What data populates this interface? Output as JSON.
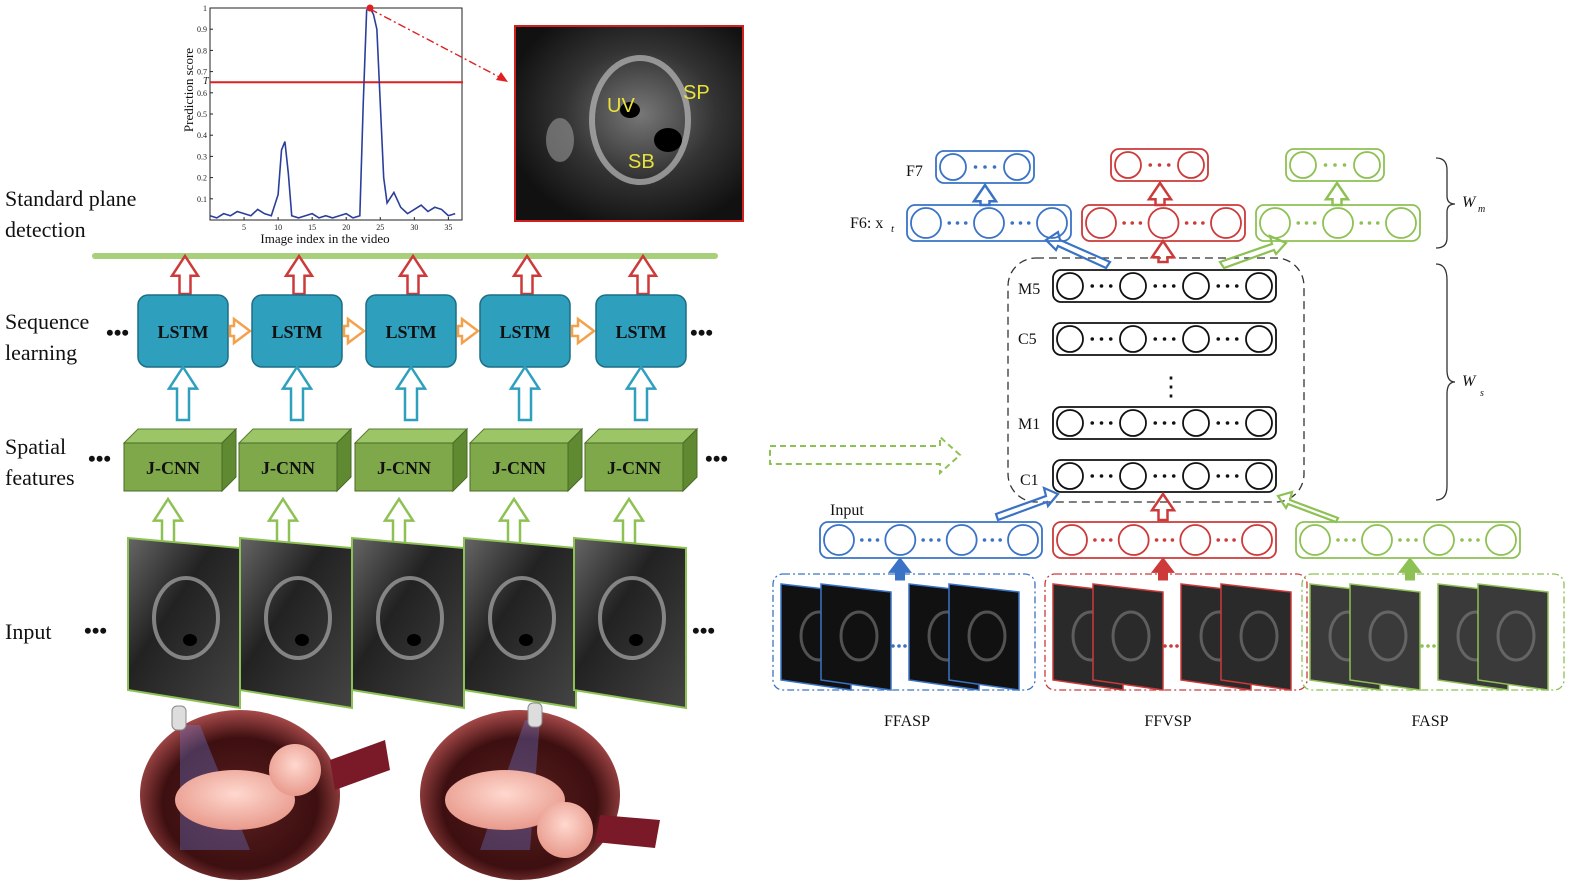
{
  "left": {
    "row_labels": {
      "detection_line1": "Standard plane",
      "detection_line2": "detection",
      "sequence_line1": "Sequence",
      "sequence_line2": "learning",
      "spatial_line1": "Spatial",
      "spatial_line2": "features",
      "input": "Input"
    },
    "lstm_label": "LSTM",
    "jcnn_label": "J-CNN",
    "ellipsis": "•••"
  },
  "inset": {
    "labels": [
      "UV",
      "SP",
      "SB"
    ]
  },
  "chart_data": {
    "type": "line",
    "xlabel": "Image index in the video",
    "ylabel": "Prediction score",
    "xlim": [
      0,
      37
    ],
    "ylim": [
      0,
      1
    ],
    "xticks": [
      5,
      10,
      15,
      20,
      25,
      30,
      35
    ],
    "yticks": [
      0.1,
      0.2,
      0.3,
      0.4,
      0.5,
      0.6,
      0.7,
      0.8,
      0.9,
      1
    ],
    "threshold": {
      "value": 0.65,
      "label": "T"
    },
    "x": [
      0,
      1,
      2,
      3,
      4,
      5,
      6,
      7,
      8,
      9,
      10,
      10.5,
      11,
      11.5,
      12,
      13,
      14,
      15,
      16,
      17,
      18,
      19,
      20,
      21,
      22,
      22.5,
      23,
      23.5,
      24,
      24.5,
      25,
      25.5,
      26,
      27,
      28,
      29,
      30,
      31,
      32,
      33,
      34,
      35,
      36
    ],
    "y": [
      0.02,
      0.01,
      0.03,
      0.02,
      0.04,
      0.03,
      0.02,
      0.05,
      0.03,
      0.02,
      0.12,
      0.33,
      0.37,
      0.22,
      0.02,
      0.01,
      0.02,
      0.03,
      0.01,
      0.02,
      0.01,
      0.02,
      0.03,
      0.01,
      0.02,
      0.55,
      0.99,
      1.0,
      0.97,
      0.9,
      0.55,
      0.2,
      0.08,
      0.13,
      0.06,
      0.03,
      0.05,
      0.07,
      0.04,
      0.06,
      0.05,
      0.02,
      0.03
    ]
  },
  "right": {
    "layer_labels": [
      "F7",
      "F6: x",
      "M5",
      "C5",
      "M1",
      "C1",
      "Input"
    ],
    "f6_subscript": "t",
    "weights": {
      "wm": "W",
      "wm_sub": "m",
      "ws": "W",
      "ws_sub": "s"
    },
    "datasets": [
      "FFASP",
      "FFVSP",
      "FASP"
    ],
    "vdots": "⋮"
  },
  "colors": {
    "blue": "#3a73c6",
    "red": "#cc3a3a",
    "green": "#8dc153",
    "lstm": "#2f9fbe",
    "jcnn": "#7ea84a",
    "chart_line": "#2b3f9a",
    "threshold": "#e02020",
    "orange": "#f5a04a"
  }
}
